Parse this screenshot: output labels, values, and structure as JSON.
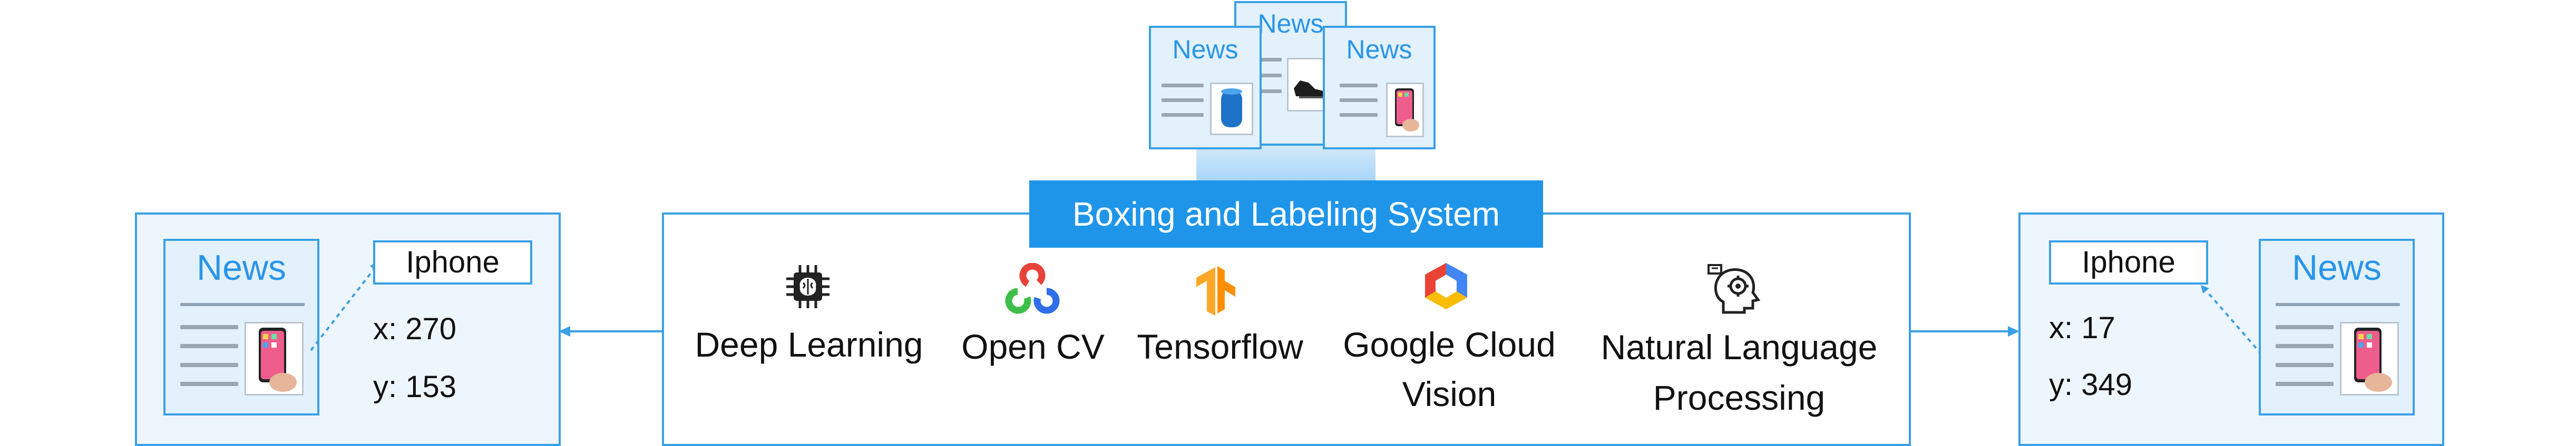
{
  "system": {
    "title": "Boxing and Labeling System",
    "tools": [
      {
        "label": "Deep Learning",
        "icon": "brain-chip-icon"
      },
      {
        "label": "Open CV",
        "icon": "opencv-icon"
      },
      {
        "label": "Tensorflow",
        "icon": "tensorflow-icon"
      },
      {
        "label": "Google Cloud Vision",
        "icon": "google-cloud-icon"
      },
      {
        "label": "Natural Language Processing",
        "icon": "nlp-head-icon"
      }
    ]
  },
  "input_articles": [
    {
      "title": "News",
      "image": "speaker-icon"
    },
    {
      "title": "News",
      "image": "shoe-icon"
    },
    {
      "title": "News",
      "image": "phone-icon"
    }
  ],
  "output_left": {
    "news_title": "News",
    "label": "Iphone",
    "x": "x: 270",
    "y": "y: 153",
    "image": "phone-icon"
  },
  "output_right": {
    "news_title": "News",
    "label": "Iphone",
    "x": "x: 17",
    "y": "y: 349",
    "image": "phone-icon"
  },
  "colors": {
    "accent": "#1f95ea",
    "border": "#3aa0e6",
    "panel": "#eef6fd",
    "card": "#e3f1fc"
  }
}
